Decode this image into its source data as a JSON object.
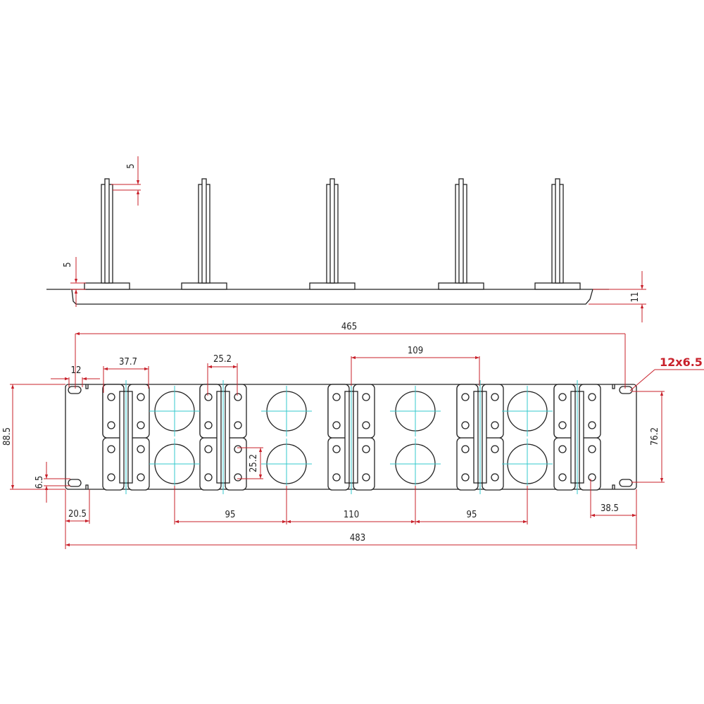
{
  "drawing": {
    "title": "19-inch 2U cable management panel with D-ring guides",
    "colors": {
      "outline": "#222222",
      "dimension": "#c8202a",
      "centerline": "#35c8cc",
      "background": "#ffffff"
    },
    "side_view": {
      "dims": {
        "ring_tip": "5",
        "base_plate": "5",
        "panel_depth": "11"
      },
      "ring_count": 5
    },
    "front_view": {
      "dims": {
        "mount_hole_span": "465",
        "hole_offset": "12",
        "guide_width": "37.7",
        "slot_pitch_h": "25.2",
        "center_gap": "109",
        "hole_callout": "12x6.5",
        "panel_height": "88.5",
        "slot_height": "6.5",
        "edge_to_notch": "20.5",
        "slot_pitch_v": "25.2",
        "hole_spacing_v": "76.2",
        "right_edge": "38.5",
        "pitch_left": "95",
        "pitch_center": "110",
        "pitch_right": "95",
        "overall_width": "483"
      },
      "guide_count": 5,
      "round_hole_count": 8
    }
  }
}
